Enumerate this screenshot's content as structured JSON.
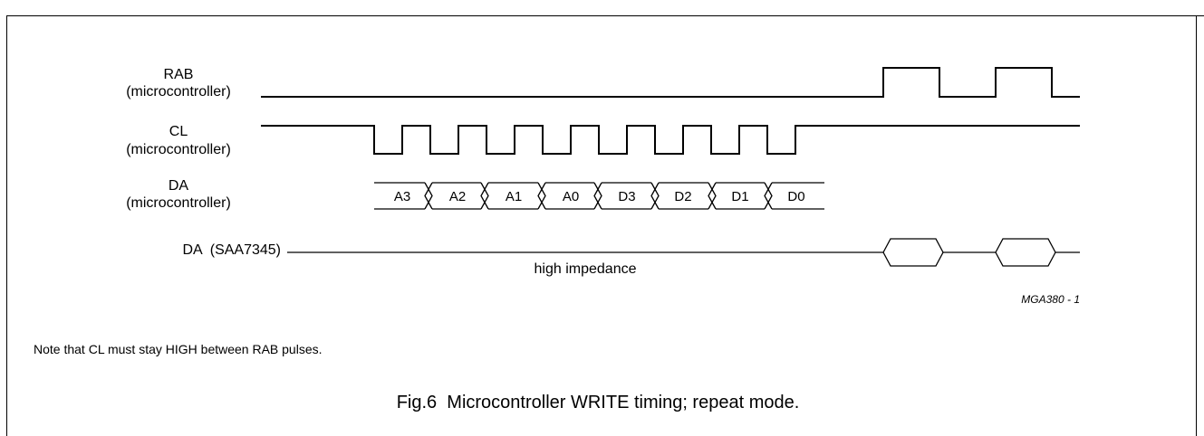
{
  "signals": [
    {
      "name": "RAB",
      "source": "(microcontroller)"
    },
    {
      "name": "CL",
      "source": "(microcontroller)"
    },
    {
      "name": "DA",
      "source": "(microcontroller)"
    },
    {
      "name": "DA  (SAA7345)"
    }
  ],
  "data_cells": [
    "A3",
    "A2",
    "A1",
    "A0",
    "D3",
    "D2",
    "D1",
    "D0"
  ],
  "impedance_label": "high impedance",
  "reference_code": "MGA380 - 1",
  "note": "Note that CL must stay HIGH between RAB pulses.",
  "caption": "Fig.6  Microcontroller WRITE timing; repeat mode."
}
